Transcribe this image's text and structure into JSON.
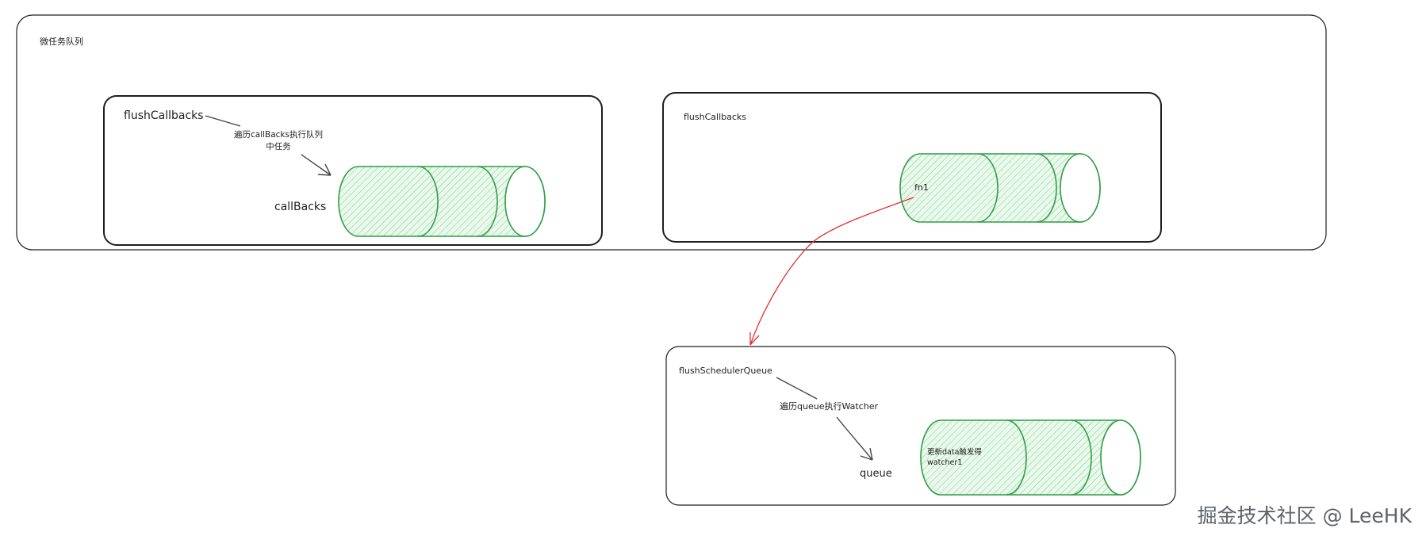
{
  "colors": {
    "stroke": "#1e1e1e",
    "queue_stroke": "#2f9e44",
    "queue_fill": "#b2f2bb",
    "arrow_red": "#e03131",
    "watermark": "#5f6368"
  },
  "outer": {
    "label": "微任务队列"
  },
  "left_box": {
    "title": "flushCallbacks",
    "note_line1": "遍历callBacks执行队列",
    "note_line2": "中任务",
    "queue_label": "callBacks"
  },
  "right_box": {
    "title": "flushCallbacks",
    "item_label": "fn1"
  },
  "bottom_box": {
    "title": "flushSchedulerQueue",
    "note": "遍历queue执行Watcher",
    "queue_label": "queue",
    "item_line1": "更新data触发得",
    "item_line2": "watcher1"
  },
  "watermark": "掘金技术社区 @ LeeHK"
}
